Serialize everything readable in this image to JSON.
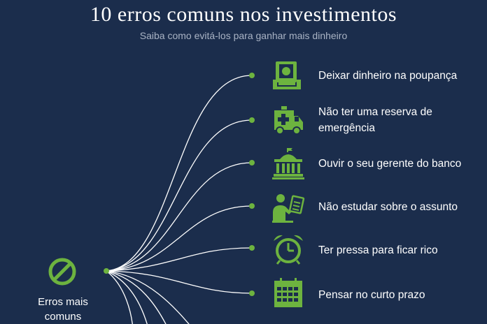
{
  "header": {
    "title": "10 erros comuns nos investimentos",
    "subtitle": "Saiba como evitá-los para ganhar mais dinheiro"
  },
  "colors": {
    "background": "#1b2d4c",
    "accent": "#6db33f",
    "line": "#ffffff"
  },
  "root": {
    "label_line1": "Erros mais",
    "label_line2": "comuns",
    "icon": "prohibited-icon"
  },
  "items": [
    {
      "label": "Deixar dinheiro na poupança",
      "icon": "money-deposit-icon"
    },
    {
      "label_line1": "Não ter uma reserva de",
      "label_line2": "emergência",
      "icon": "ambulance-icon"
    },
    {
      "label": "Ouvir o seu gerente do banco",
      "icon": "bank-building-icon"
    },
    {
      "label": "Não estudar sobre o assunto",
      "icon": "person-studying-icon"
    },
    {
      "label": "Ter pressa para ficar rico",
      "icon": "alarm-clock-icon"
    },
    {
      "label": "Pensar no curto prazo",
      "icon": "calendar-icon"
    }
  ]
}
